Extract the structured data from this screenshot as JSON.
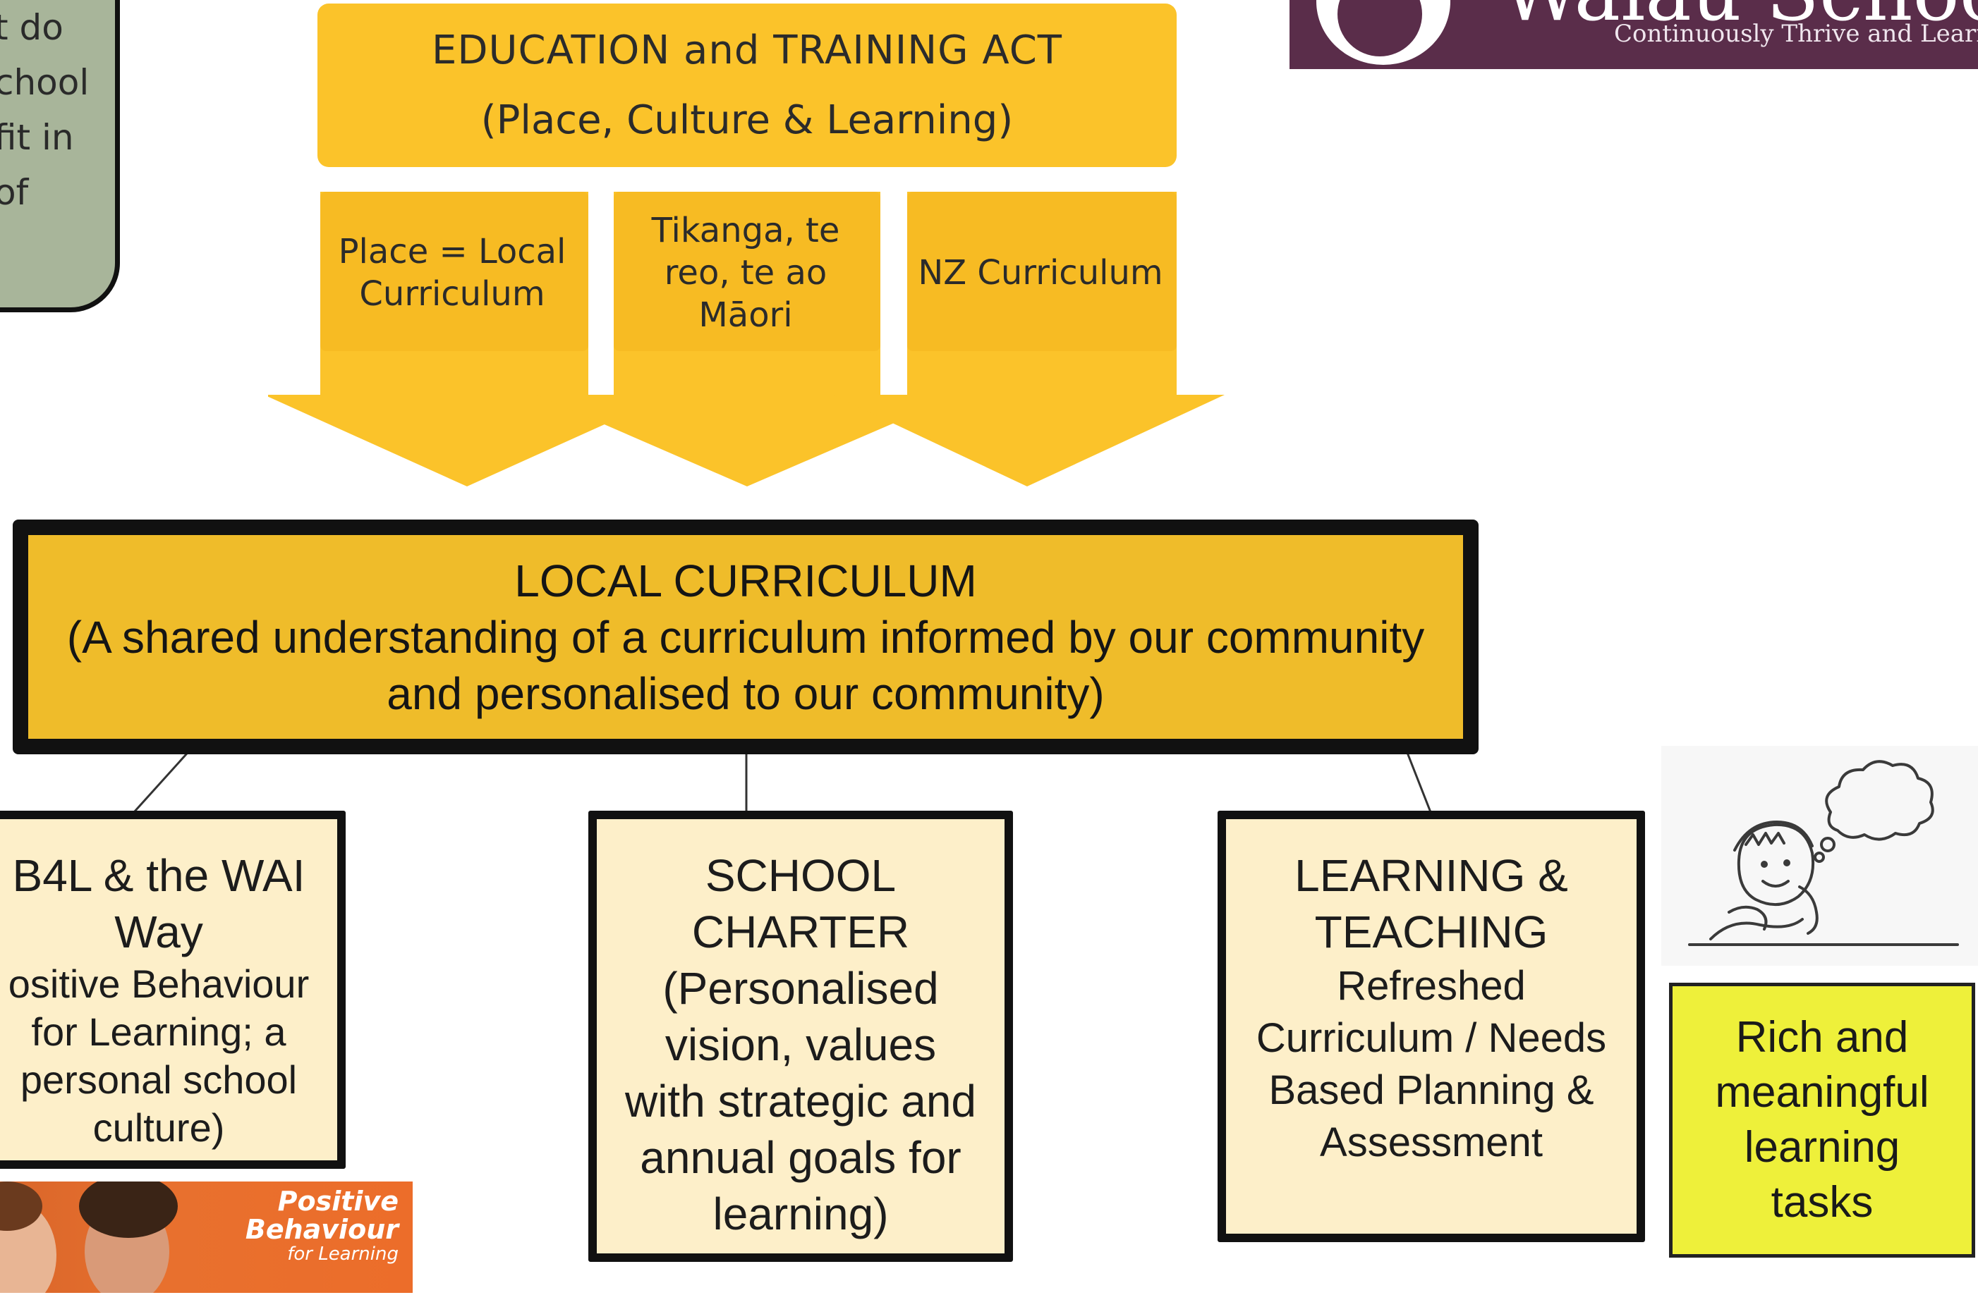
{
  "callout": {
    "lines": [
      "t do",
      "chool",
      "fit in",
      "of"
    ]
  },
  "act": {
    "title": "EDUCATION and TRAINING ACT",
    "subtitle": "(Place, Culture & Learning)"
  },
  "pillars": [
    {
      "lines": [
        "Place = Local",
        "Curriculum"
      ]
    },
    {
      "lines": [
        "Tikanga, te",
        "reo, te ao",
        "Māori"
      ]
    },
    {
      "lines": [
        "NZ Curriculum"
      ]
    }
  ],
  "local_curriculum": {
    "title": "LOCAL CURRICULUM",
    "line1": "(A shared understanding of a curriculum informed by our community",
    "line2": "and personalised to our community)"
  },
  "b4l": {
    "title_line1": "B4L & the WAI",
    "title_line2": "Way",
    "body": [
      "ositive Behaviour",
      "for Learning; a",
      "personal school",
      "culture)"
    ]
  },
  "charter": {
    "lines": [
      "SCHOOL",
      "CHARTER",
      "(Personalised",
      "vision, values",
      "with strategic and",
      "annual goals for",
      "learning)"
    ]
  },
  "learning_teaching": {
    "title_line1": "LEARNING &",
    "title_line2": "TEACHING",
    "body": [
      "Refreshed",
      "Curriculum / Needs",
      "Based Planning &",
      "Assessment"
    ]
  },
  "pb4l_banner": {
    "line1": "Positive",
    "line2": "Behaviour",
    "line3": "for Learning"
  },
  "logo": {
    "name": "Waiau School",
    "tagline": "Continuously Thrive and Learn"
  },
  "rich_tasks": {
    "lines": [
      "Rich and",
      "meaningful",
      "learning",
      "tasks"
    ]
  },
  "colors": {
    "act_yellow": "#fbc32a",
    "local_yellow": "#efbc2a",
    "box_cream": "#fdefc9",
    "rich_yellow": "#eef03a",
    "callout_green": "#a8b59a",
    "logo_purple": "#5a2d4a",
    "pb4l_orange": "#e8702e"
  }
}
